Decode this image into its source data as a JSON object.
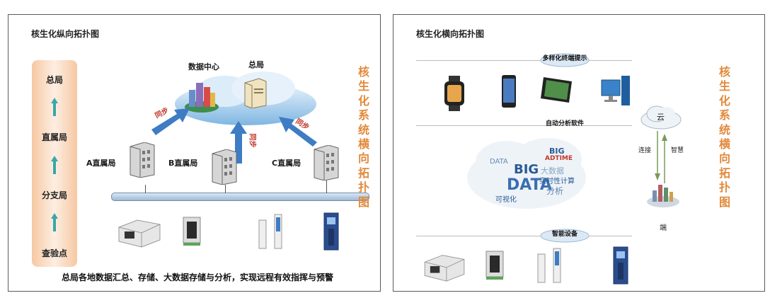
{
  "left": {
    "title": "核生化纵向拓扑图",
    "side_title": "核生化系统横向拓扑图",
    "levels": [
      "总局",
      "直属局",
      "分支局",
      "查验点"
    ],
    "data_center": "数据中心",
    "hq": "总局",
    "sync": "同步",
    "bureaus": [
      "A直属局",
      "B直属局",
      "C直属局"
    ],
    "caption": "总局各地数据汇总、存储、大数据存储与分析，实现远程有效指挥与预警"
  },
  "right": {
    "title": "核生化横向拓扑图",
    "side_title": "核生化系统横向拓扑图",
    "sections": [
      "多样化终端提示",
      "自动分析软件",
      "智能设备"
    ],
    "cloud": "云",
    "connect": "连接",
    "smart": "智慧",
    "end": "端",
    "word_cloud": [
      "BIG",
      "DATA",
      "BIG",
      "DATA",
      "实时性计算",
      "分析",
      "可视化",
      "ADTIME",
      "大数据"
    ]
  },
  "colors": {
    "accent": "#e2893a",
    "arrow": "#3e7cc4",
    "bus": "#9fb9d4"
  }
}
